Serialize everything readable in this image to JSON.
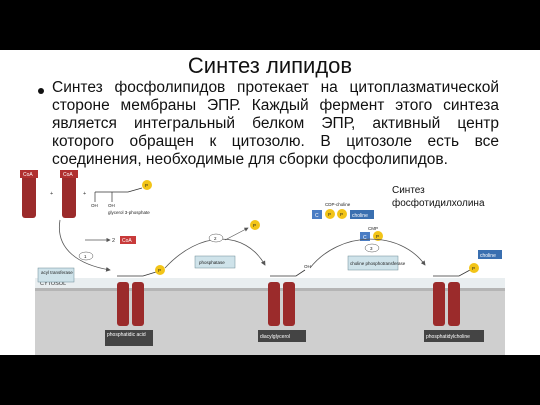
{
  "slide": {
    "title": "Синтез липидов",
    "bullet": "Синтез фосфолипидов протекает на цитоплазматической стороне мембраны ЭПР. Каждый фермент этого синтеза является интегральный белком ЭПР, активный центр которого обращен к цитозолю. В цитозоле есть все соединения, необходимые для сборки фосфолипидов.",
    "side_caption": "Синтез фосфотидилхолина"
  },
  "diagram": {
    "labels": {
      "coa_1": "CoA",
      "coa_2": "CoA",
      "coa_3": "CoA",
      "glycerol_3_phosphate": "glycerol 3-phosphate",
      "acyl_transferase": "acyl transferase",
      "cytosol": "CYTOSOL",
      "phosphatase": "phosphatase",
      "cdp_choline": "CDP-choline",
      "cmp": "CMP",
      "choline_phosphotransferase": "choline phosphotransferase",
      "phosphatidic_acid": "phosphatidic acid",
      "diacylglycerol": "diacylglycerol",
      "phosphatidylcholine": "phosphatidylcholine",
      "choline": "choline",
      "p": "P",
      "c": "C",
      "two": "2",
      "step_1": "1",
      "step_2": "2",
      "step_3": "3",
      "oh": "OH"
    },
    "colors": {
      "fatty_acid": "#9b2b2b",
      "phosphate": "#f2c418",
      "enzyme": "#cfe3ea",
      "membrane": "#cfcfcf",
      "choline": "#3a6fb0"
    }
  }
}
